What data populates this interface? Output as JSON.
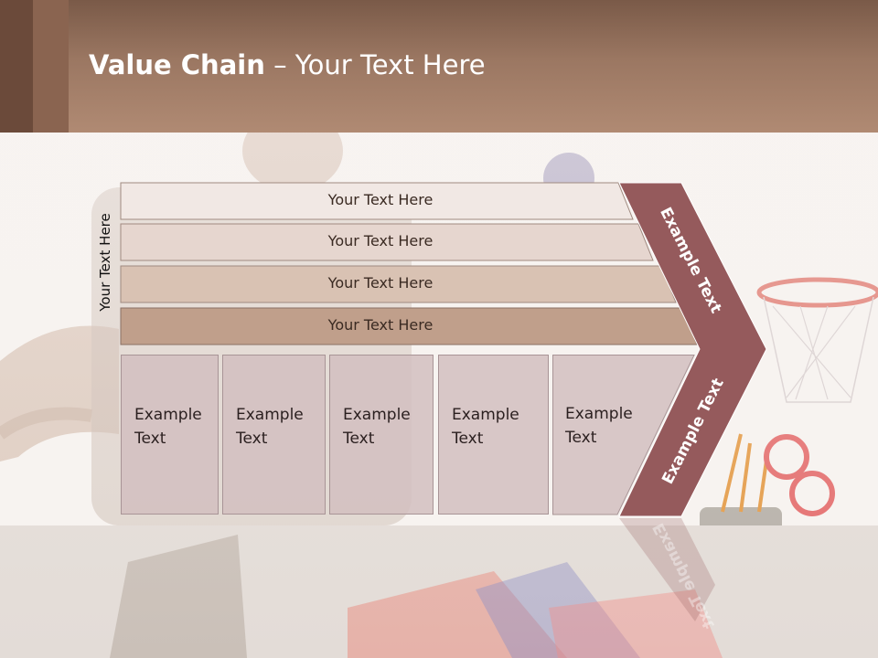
{
  "title": {
    "bold": "Value Chain",
    "rest": " – Your Text Here"
  },
  "side_label": "Your Text Here",
  "bands": [
    {
      "label": "Your Text Here",
      "fill": "#f1e8e4"
    },
    {
      "label": "Your Text Here",
      "fill": "#e6d6cf"
    },
    {
      "label": "Your Text Here",
      "fill": "#d9c2b3"
    },
    {
      "label": "Your Text Here",
      "fill": "#c09f8b"
    }
  ],
  "columns": [
    {
      "label": "Example\nText"
    },
    {
      "label": "Example\nText"
    },
    {
      "label": "Example\nText"
    },
    {
      "label": "Example\nText"
    },
    {
      "label": "Example\nText"
    }
  ],
  "chevron": {
    "top_label": "Example Text",
    "bottom_label": "Example Text",
    "color": "#955a5c"
  }
}
